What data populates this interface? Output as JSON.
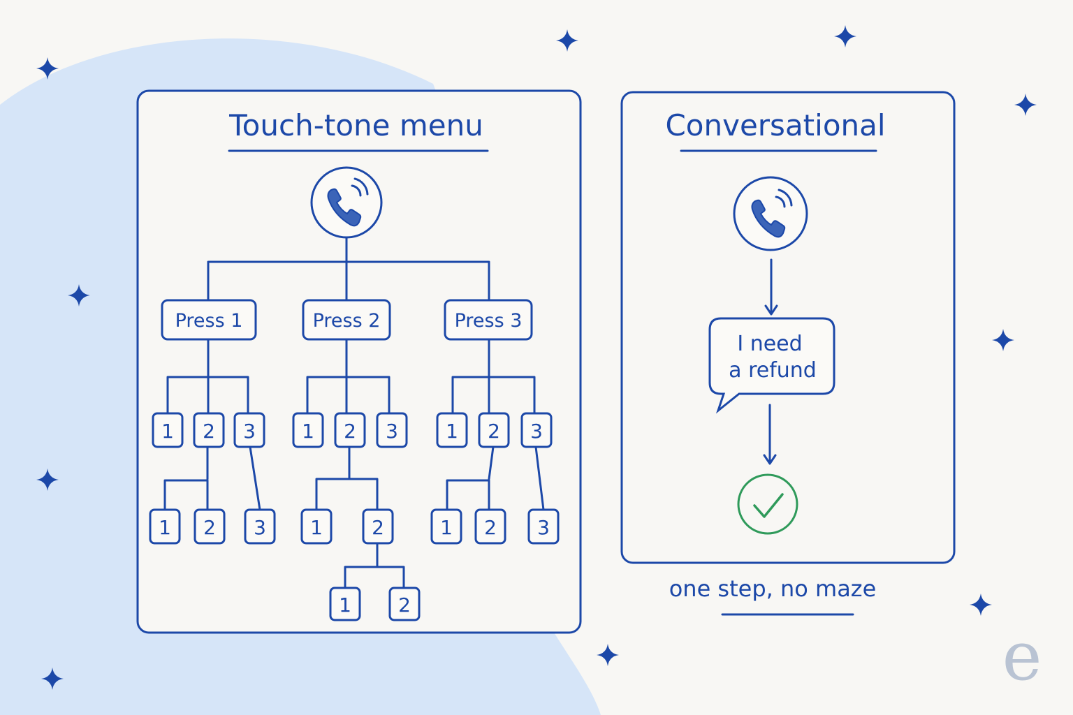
{
  "colors": {
    "ink": "#1c48a8",
    "background": "#f8f7f4",
    "blob": "#d6e5f8",
    "success": "#2f9a5a",
    "watermark": "#b9c3d3"
  },
  "left_panel": {
    "title": "Touch-tone menu",
    "icon": "phone-icon",
    "level1": [
      "Press 1",
      "Press 2",
      "Press 3"
    ],
    "level2": {
      "press1": [
        "1",
        "2",
        "3"
      ],
      "press2": [
        "1",
        "2",
        "3"
      ],
      "press3": [
        "1",
        "2",
        "3"
      ]
    },
    "level3": {
      "press1": [
        "1",
        "2",
        "3"
      ],
      "press2": [
        "1",
        "2"
      ],
      "press3": [
        "1",
        "2",
        "3"
      ]
    },
    "level4": {
      "press2": [
        "1",
        "2"
      ]
    }
  },
  "right_panel": {
    "title": "Conversational",
    "icon": "phone-icon",
    "bubble_line1": "I need",
    "bubble_line2": "a refund",
    "result_icon": "check-icon"
  },
  "caption": "one step, no maze",
  "watermark": "e"
}
